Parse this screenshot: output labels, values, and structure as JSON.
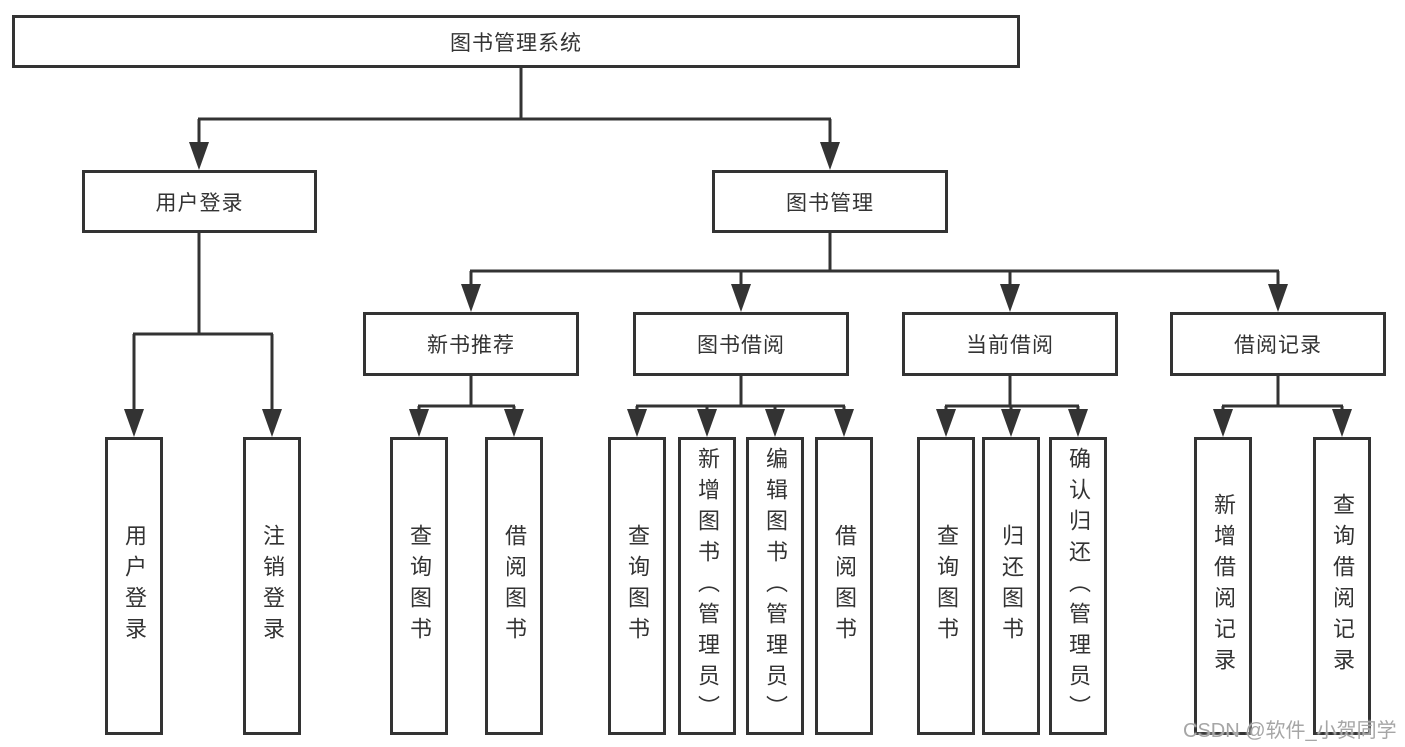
{
  "diagram": {
    "title_hint": "library-management-system-function-structure",
    "colors": {
      "line": "#333333",
      "box_border": "#333333",
      "box_background": "#ffffff",
      "page_background": "#ffffff",
      "watermark": "#a6a6a6"
    },
    "nodes": {
      "root": {
        "label": "图书管理系统"
      },
      "user_login": {
        "label": "用户登录"
      },
      "book_mgmt": {
        "label": "图书管理"
      },
      "new_book_rec": {
        "label": "新书推荐"
      },
      "book_borrow": {
        "label": "图书借阅"
      },
      "current_borrow": {
        "label": "当前借阅"
      },
      "borrow_record": {
        "label": "借阅记录"
      },
      "leaf_user_login": {
        "label": "用户登录"
      },
      "leaf_logout": {
        "label": "注销登录"
      },
      "leaf_rec_query": {
        "label": "查询图书"
      },
      "leaf_rec_borrow": {
        "label": "借阅图书"
      },
      "leaf_bb_query": {
        "label": "查询图书"
      },
      "leaf_bb_add": {
        "label": "新增图书（管理员）"
      },
      "leaf_bb_edit": {
        "label": "编辑图书（管理员）"
      },
      "leaf_bb_borrow": {
        "label": "借阅图书"
      },
      "leaf_cb_query": {
        "label": "查询图书"
      },
      "leaf_cb_return": {
        "label": "归还图书"
      },
      "leaf_cb_confirm": {
        "label": "确认归还（管理员）"
      },
      "leaf_br_add": {
        "label": "新增借阅记录"
      },
      "leaf_br_query": {
        "label": "查询借阅记录"
      }
    },
    "edges": [
      "图书管理系统->用户登录",
      "图书管理系统->图书管理",
      "用户登录->用户登录(叶)",
      "用户登录->注销登录",
      "图书管理->新书推荐",
      "图书管理->图书借阅",
      "图书管理->当前借阅",
      "图书管理->借阅记录",
      "新书推荐->查询图书",
      "新书推荐->借阅图书",
      "图书借阅->查询图书",
      "图书借阅->新增图书（管理员）",
      "图书借阅->编辑图书（管理员）",
      "图书借阅->借阅图书",
      "当前借阅->查询图书",
      "当前借阅->归还图书",
      "当前借阅->确认归还（管理员）",
      "借阅记录->新增借阅记录",
      "借阅记录->查询借阅记录"
    ]
  },
  "watermark": {
    "text": "CSDN @软件_小贺同学"
  }
}
